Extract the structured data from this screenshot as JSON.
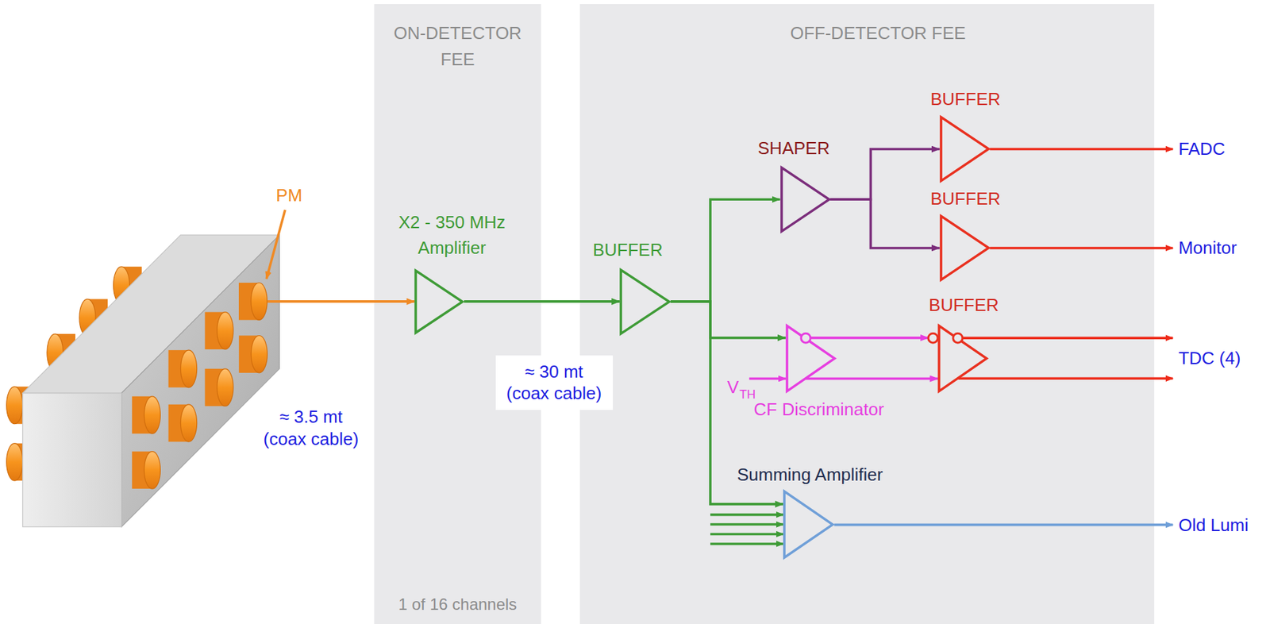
{
  "diagram": {
    "nodes": [
      {
        "text": [
          "PM"
        ]
      },
      {
        "text": [
          "ON-DETECTOR FEE",
          "1 of 16 channels"
        ]
      },
      {
        "text": [
          "X2 - 350 MHz Amplifier"
        ],
        "in": 1
      },
      {
        "text": [
          "OFF-DETECTOR FEE"
        ]
      },
      {
        "text": [
          "BUFFER"
        ],
        "in": 3
      },
      {
        "text": [
          "SHAPER"
        ],
        "in": 3
      },
      {
        "text": [
          "BUFFER"
        ],
        "in": 3
      },
      {
        "text": [
          "BUFFER"
        ],
        "in": 3
      },
      {
        "text": [
          "CF Discriminator"
        ],
        "in": 3
      },
      {
        "text": [
          "BUFFER"
        ],
        "in": 3
      },
      {
        "text": [
          "Summing Amplifier"
        ],
        "in": 3
      }
    ],
    "edges": [
      {
        "from": 0,
        "to": 2,
        "arrow": "to"
      },
      {
        "from": 2,
        "to": 4,
        "arrow": "to"
      },
      {
        "from": 4,
        "to": 5,
        "arrow": "to"
      },
      {
        "from": 4,
        "to": 8,
        "arrow": "to"
      },
      {
        "from": 4,
        "to": 10,
        "arrow": "to"
      },
      {
        "from": 5,
        "to": 6,
        "arrow": "to"
      },
      {
        "from": 5,
        "to": 7,
        "arrow": "to"
      },
      {
        "from": 8,
        "to": 9,
        "arrow": "to"
      },
      {
        "from": 8,
        "to": 9,
        "arrow": "to"
      }
    ],
    "labels": [
      "≈ 3.5 mt (coax cable)",
      "≈ 30 mt (coax cable)",
      "V",
      "TH",
      "FADC",
      "Monitor",
      "TDC (4)",
      "Old Lumi"
    ]
  }
}
